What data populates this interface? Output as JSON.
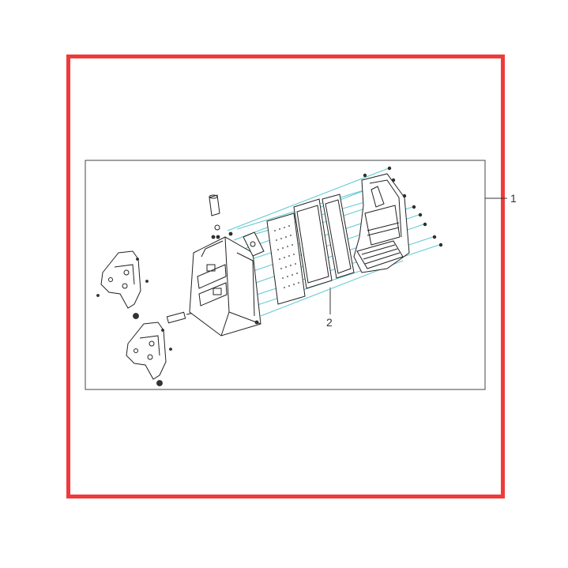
{
  "callouts": [
    {
      "id": "1",
      "label": "1"
    },
    {
      "id": "2",
      "label": "2"
    }
  ],
  "colors": {
    "frame": "#f03a3a",
    "leader_lines": "#5cc9d0",
    "linework": "#222222"
  }
}
